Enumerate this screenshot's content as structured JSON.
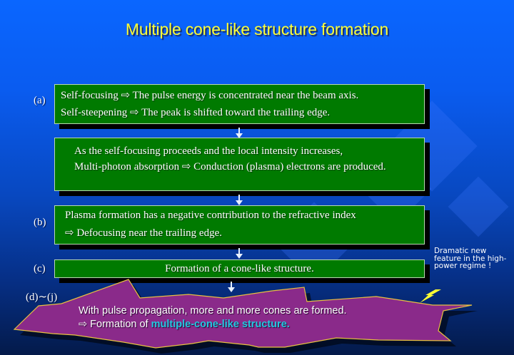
{
  "title": "Multiple cone-like structure formation",
  "steps": [
    {
      "label": "(a)",
      "lines": [
        "Self-focusing ⇨ The pulse energy is concentrated near the beam axis.",
        "Self-steepening ⇨ The peak is shifted toward the trailing edge."
      ]
    },
    {
      "label": "",
      "lines": [
        "As the self-focusing proceeds and the local intensity increases,",
        "Multi-photon absorption ⇨ Conduction (plasma) electrons are produced."
      ]
    },
    {
      "label": "(b)",
      "lines": [
        "Plasma formation has a negative contribution to the refractive index",
        "⇨ Defocusing near the trailing edge."
      ]
    },
    {
      "label": "(c)",
      "lines": [
        "Formation of a cone-like structure."
      ]
    }
  ],
  "final": {
    "label": "(d)∼(j)",
    "line1": "With pulse propagation, more and more cones are formed.",
    "line2_prefix": "⇨ Formation of ",
    "line2_highlight": "multiple-cone-like structure."
  },
  "side_note": "Dramatic new feature in the high-power regime !",
  "colors": {
    "title": "#ffff33",
    "box_fill": "#007a00",
    "star_fill": "#8a2a8a",
    "highlight": "#22c8e0",
    "background_top": "#0a66ff",
    "background_bottom": "#041a4a"
  }
}
